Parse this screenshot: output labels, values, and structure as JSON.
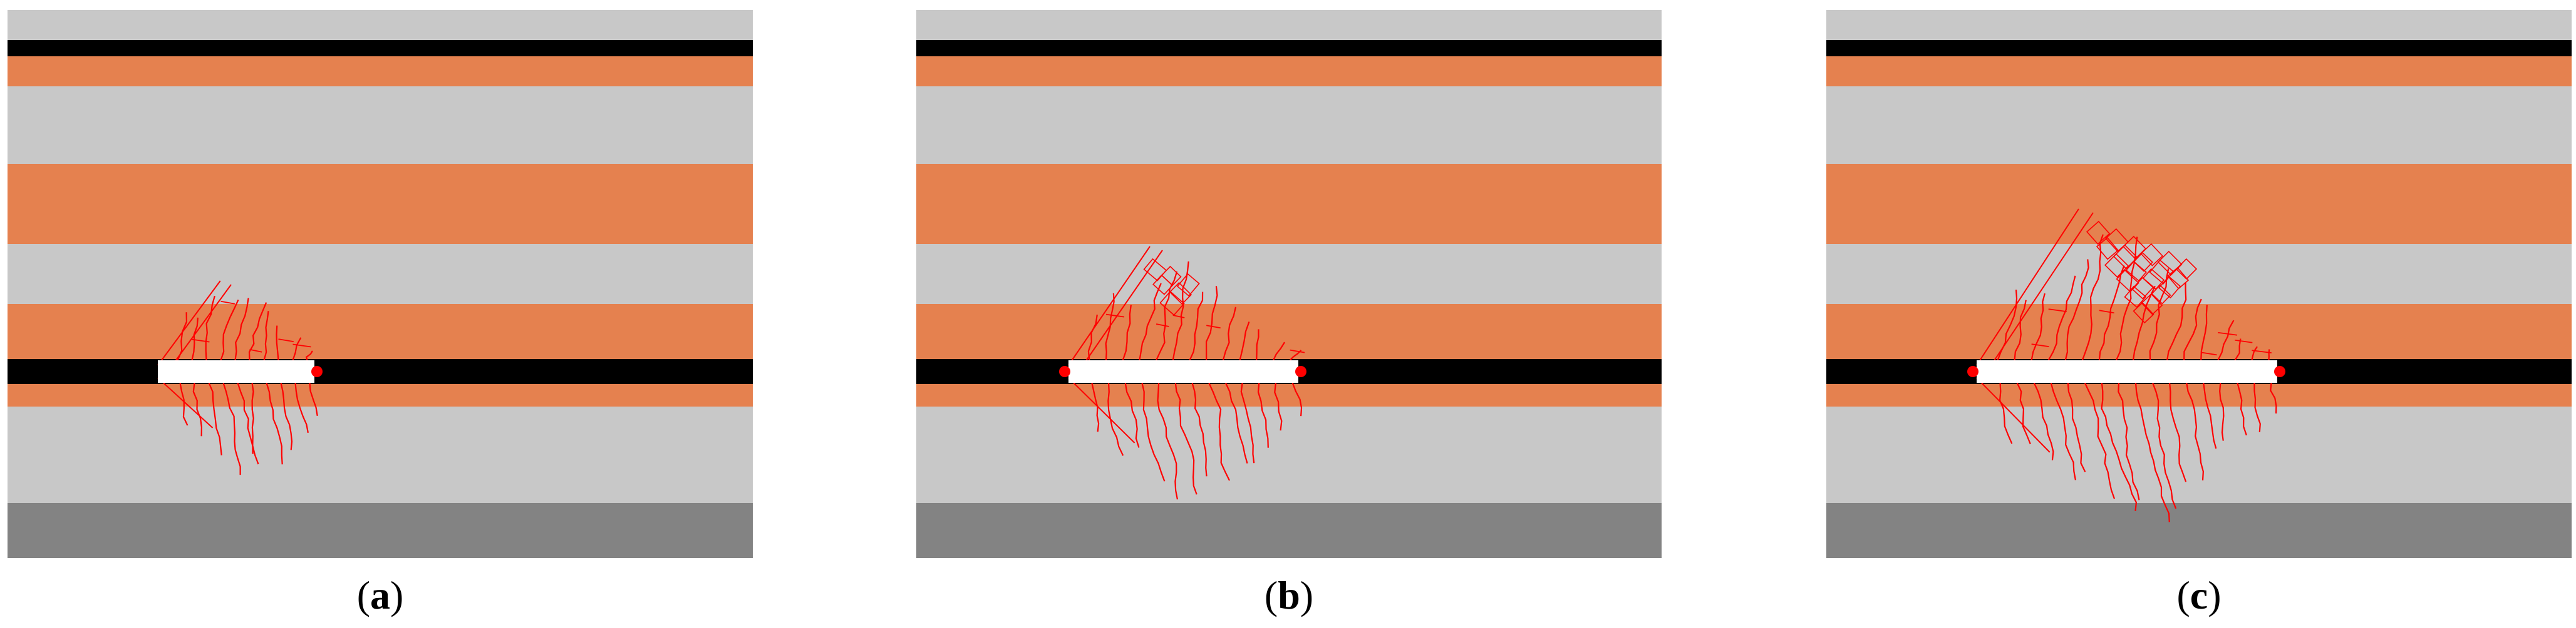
{
  "colors": {
    "light_gray_layer": "#c8c8c8",
    "orange_layer": "#e5814f",
    "black_layer": "#000000",
    "dark_gray_layer": "#838383",
    "fracture": "#ff0000",
    "crack_opening": "#ffffff"
  },
  "panels": [
    {
      "id": "a",
      "caption_open": "(",
      "caption_letter": "a",
      "caption_close": ")",
      "stage": 1
    },
    {
      "id": "b",
      "caption_open": "(",
      "caption_letter": "b",
      "caption_close": ")",
      "stage": 2
    },
    {
      "id": "c",
      "caption_open": "(",
      "caption_letter": "c",
      "caption_close": ")",
      "stage": 3
    }
  ]
}
